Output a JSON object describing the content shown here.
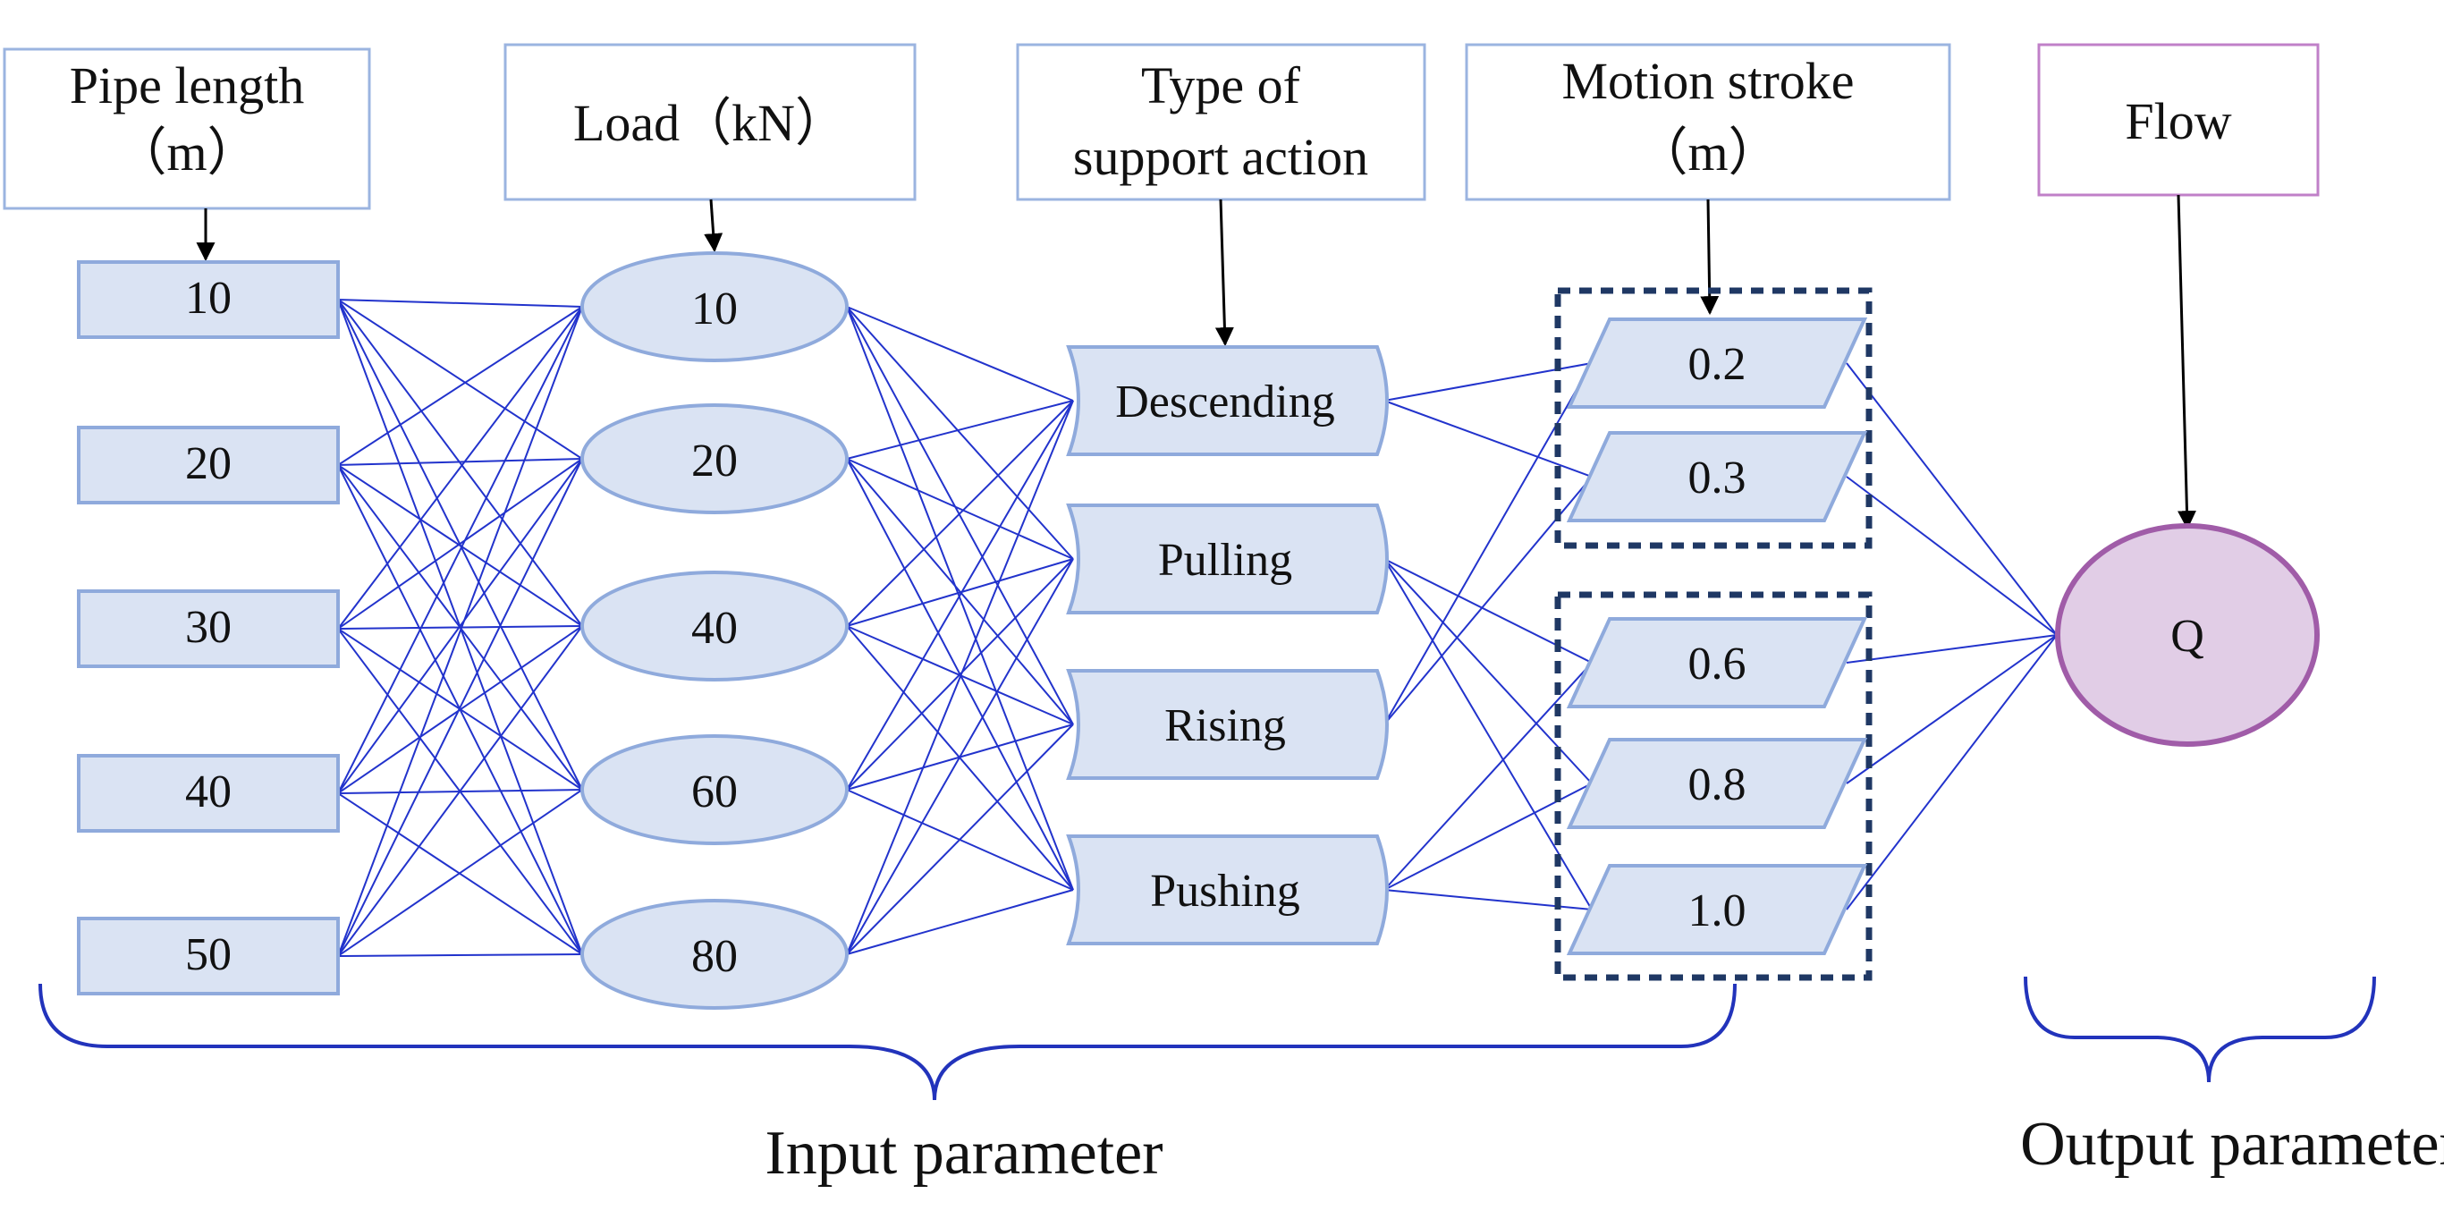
{
  "headers": {
    "pipe_length": [
      "Pipe length",
      "（m）"
    ],
    "load": [
      "Load（kN）"
    ],
    "support_action": [
      "Type of",
      "support action"
    ],
    "motion_stroke": [
      "Motion stroke",
      "（m）"
    ],
    "flow": [
      "Flow"
    ]
  },
  "layers": {
    "pipe_length": [
      "10",
      "20",
      "30",
      "40",
      "50"
    ],
    "load": [
      "10",
      "20",
      "40",
      "60",
      "80"
    ],
    "support_action": [
      "Descending",
      "Pulling",
      "Rising",
      "Pushing"
    ],
    "motion_stroke": [
      "0.2",
      "0.3",
      "0.6",
      "0.8",
      "1.0"
    ],
    "output": [
      "Q"
    ]
  },
  "connections_action_to_stroke": [
    [
      0,
      0
    ],
    [
      0,
      1
    ],
    [
      1,
      2
    ],
    [
      1,
      3
    ],
    [
      1,
      4
    ],
    [
      2,
      0
    ],
    [
      2,
      1
    ],
    [
      3,
      2
    ],
    [
      3,
      3
    ],
    [
      3,
      4
    ]
  ],
  "labels": {
    "input": "Input parameter",
    "output": "Output parameter"
  },
  "colors": {
    "node_fill": "#dae3f3",
    "node_border": "#8faadc",
    "edge": "#2233cc",
    "group_border": "#1f3864",
    "brace": "#2233bb",
    "output_fill": "#e1cde6",
    "output_border": "#a05ca8",
    "flow_border": "#c080c8",
    "header_border": "#9bb4e0"
  }
}
